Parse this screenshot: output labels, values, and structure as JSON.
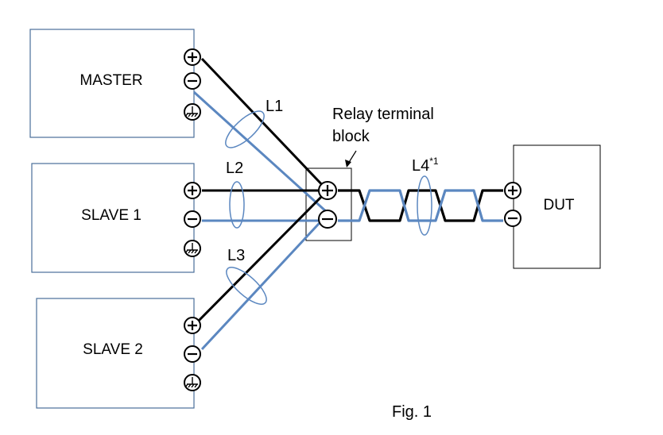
{
  "units": {
    "master": {
      "label": "MASTER"
    },
    "slave1": {
      "label": "SLAVE 1"
    },
    "slave2": {
      "label": "SLAVE 2"
    },
    "dut": {
      "label": "DUT"
    }
  },
  "relay": {
    "label_line1": "Relay terminal",
    "label_line2": "block"
  },
  "cables": {
    "l1": "L1",
    "l2": "L2",
    "l3": "L3",
    "l4": "L4",
    "l4_sup": "*1"
  },
  "terminals": {
    "plus": "+",
    "minus": "−"
  },
  "caption": "Fig. 1",
  "colors": {
    "box_blue": "#4a6f9a",
    "wire_blue": "#5b87c0",
    "wire_black": "#000000",
    "terminal": "#000000"
  }
}
